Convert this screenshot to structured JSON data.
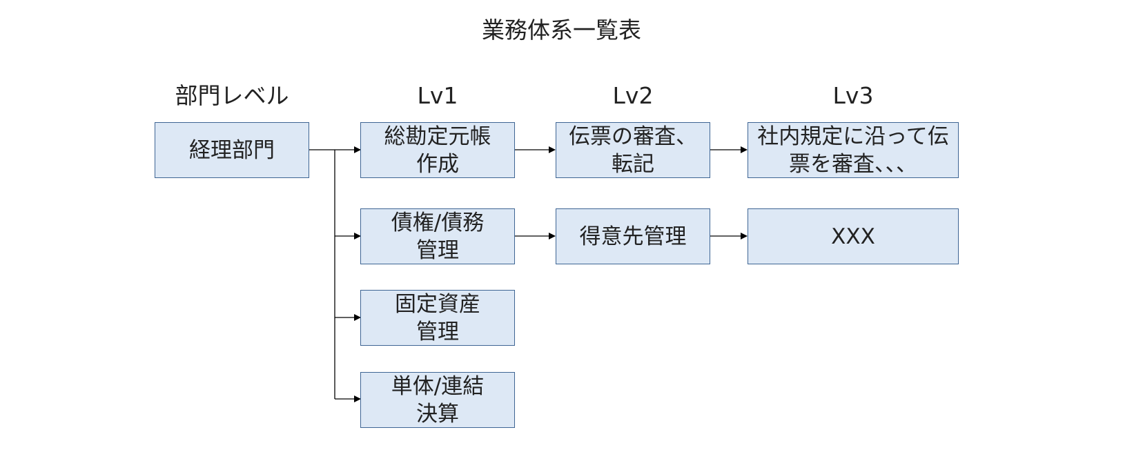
{
  "title": "業務体系一覧表",
  "headers": {
    "dept": "部門レベル",
    "lv1": "Lv1",
    "lv2": "Lv2",
    "lv3": "Lv3"
  },
  "nodes": {
    "dept": "経理部門",
    "lv1": [
      "総勘定元帳\n作成",
      "債権/債務\n管理",
      "固定資産\n管理",
      "単体/連結\n決算"
    ],
    "lv2": [
      "伝票の審査、\n転記",
      "得意先管理"
    ],
    "lv3": [
      "社内規定に沿って伝\n票を審査、、、",
      "XXX"
    ]
  },
  "colors": {
    "node_fill": "#dde8f5",
    "node_border": "#3d6493",
    "connector": "#000000"
  }
}
